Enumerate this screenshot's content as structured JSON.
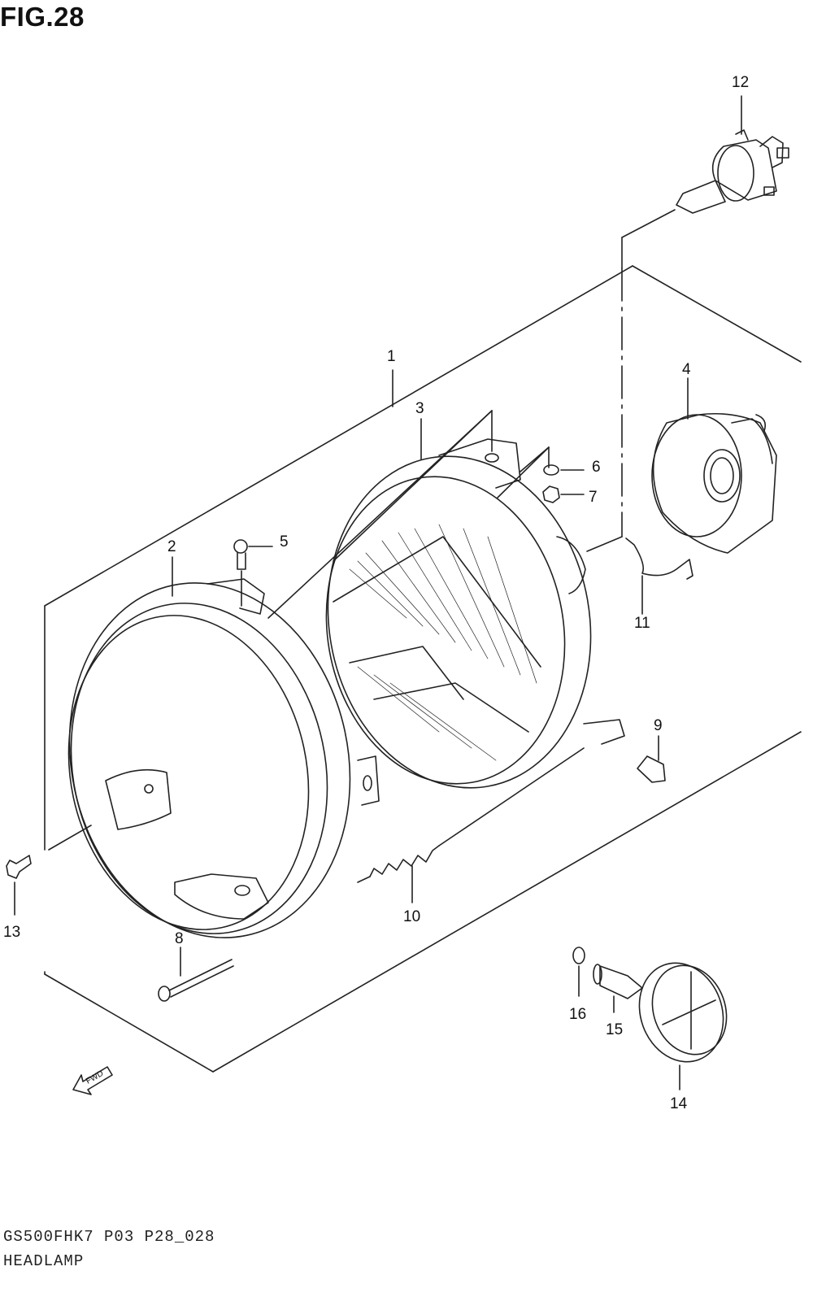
{
  "figure": {
    "title": "FIG.28",
    "code": "GS500FHK7 P03 P28_028",
    "name": "HEADLAMP"
  },
  "callouts": [
    "1",
    "2",
    "3",
    "4",
    "5",
    "6",
    "7",
    "8",
    "9",
    "10",
    "11",
    "12",
    "13",
    "14",
    "15",
    "16"
  ],
  "fwd_label": "FWD",
  "colors": {
    "line": "#222222",
    "background": "#ffffff"
  }
}
